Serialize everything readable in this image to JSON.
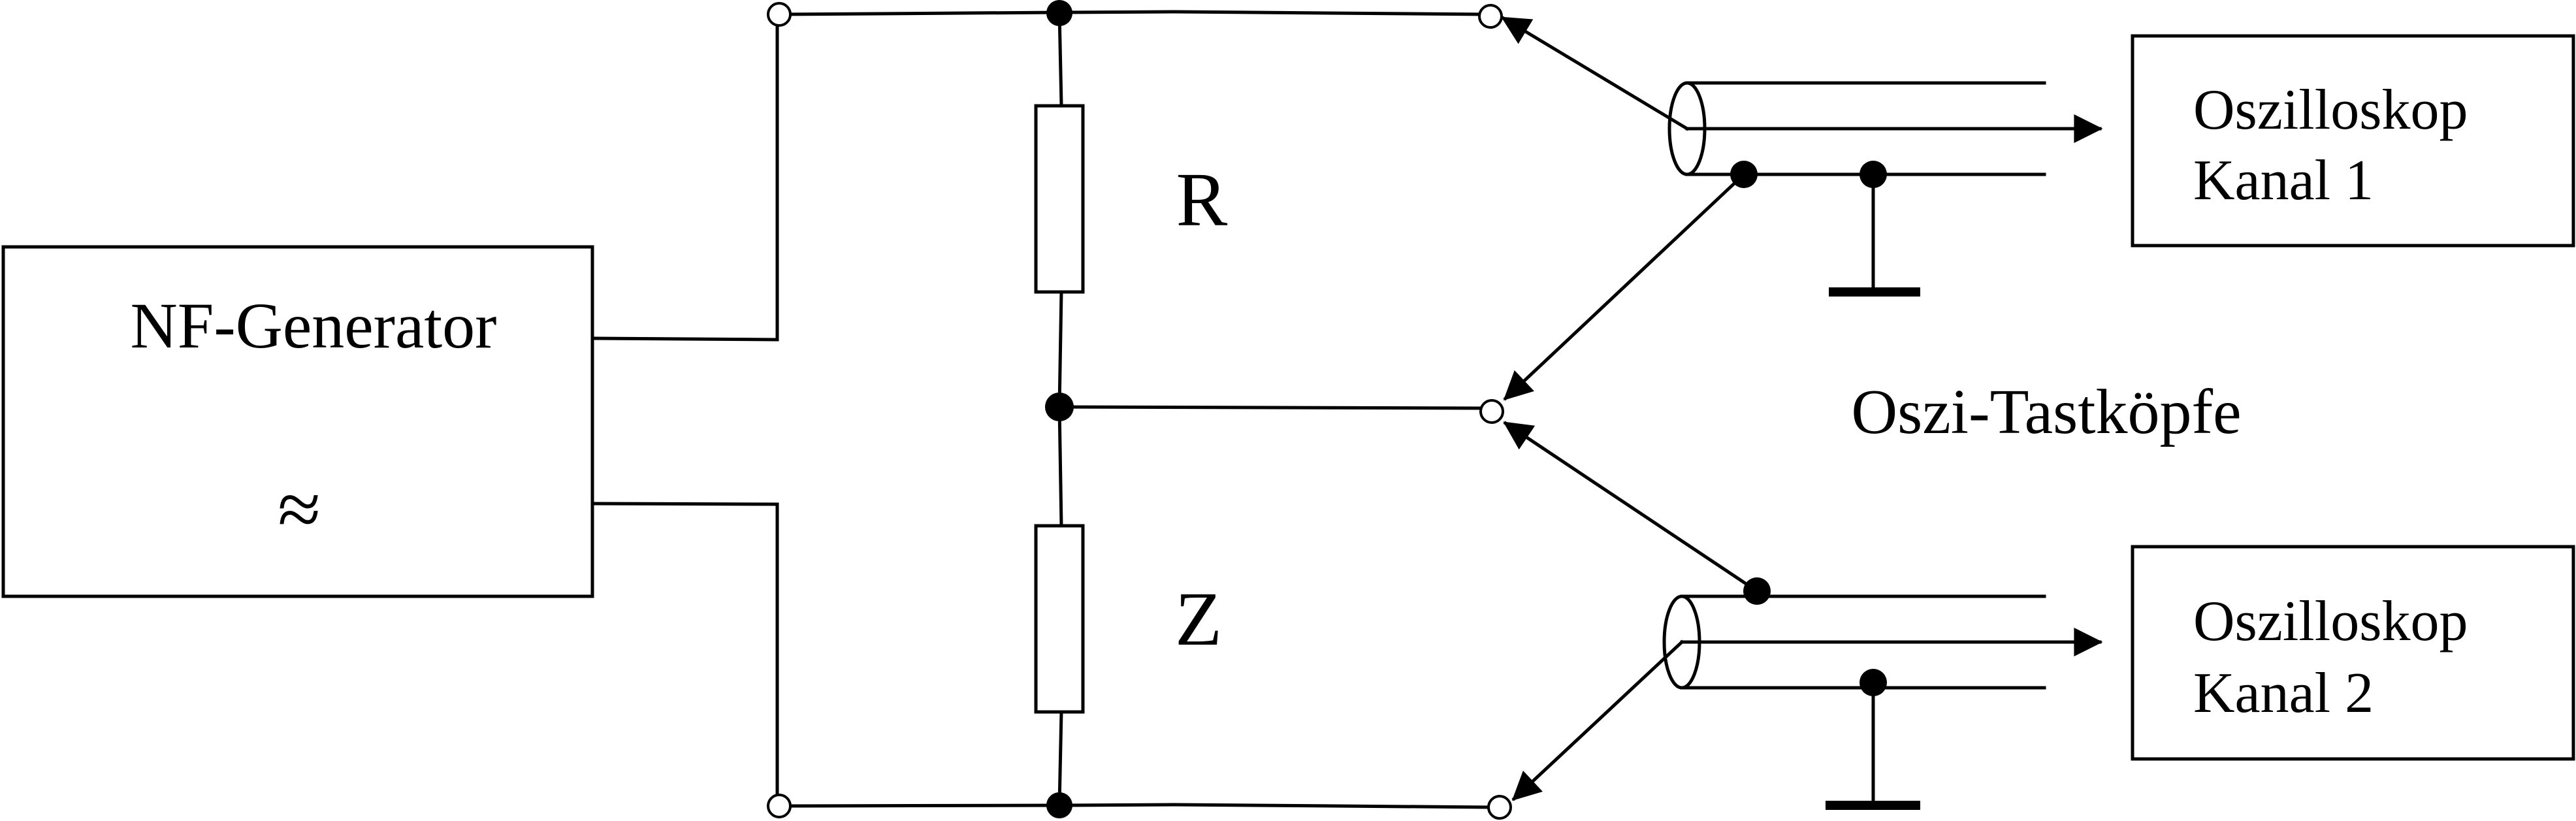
{
  "generator": {
    "label": "NF-Generator",
    "symbol": "≈"
  },
  "components": {
    "resistor": "R",
    "impedance": "Z"
  },
  "probes": {
    "label": "Oszi-Tastköpfe"
  },
  "scope1": {
    "line1": "Oszilloskop",
    "line2": "Kanal 1"
  },
  "scope2": {
    "line1": "Oszilloskop",
    "line2": "Kanal 2"
  },
  "colors": {
    "stroke": "#000000",
    "background": "#ffffff"
  }
}
